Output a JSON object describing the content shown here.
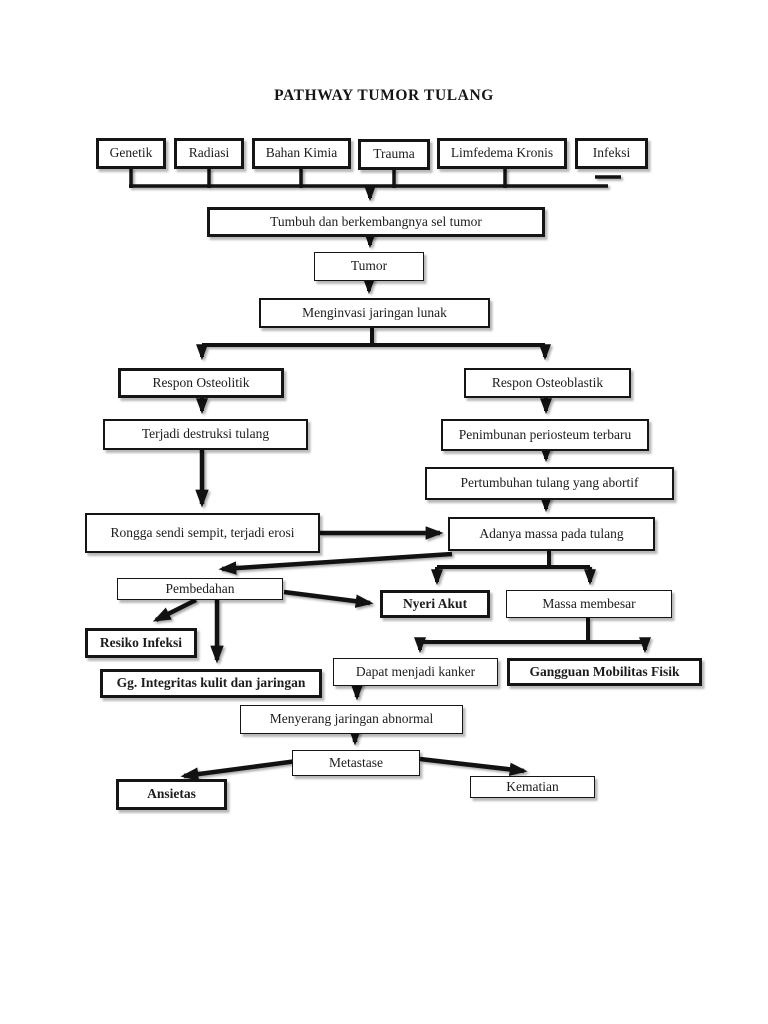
{
  "title": "PATHWAY TUMOR TULANG",
  "ink_color": "#121212",
  "paper_color": "#ffffff",
  "nodes": [
    {
      "id": "genetik",
      "label": "Genetik",
      "emphasis": false
    },
    {
      "id": "radiasi",
      "label": "Radiasi",
      "emphasis": false
    },
    {
      "id": "bahan-kimia",
      "label": "Bahan Kimia",
      "emphasis": false
    },
    {
      "id": "trauma",
      "label": "Trauma",
      "emphasis": false
    },
    {
      "id": "limfedema-kronis",
      "label": "Limfedema Kronis",
      "emphasis": false
    },
    {
      "id": "infeksi",
      "label": "Infeksi",
      "emphasis": false
    },
    {
      "id": "tumbuh-sel-tumor",
      "label": "Tumbuh dan berkembangnya sel tumor",
      "emphasis": false
    },
    {
      "id": "tumor",
      "label": "Tumor",
      "emphasis": false
    },
    {
      "id": "menginvasi-jaringan-lunak",
      "label": "Menginvasi jaringan lunak",
      "emphasis": false
    },
    {
      "id": "respon-osteolitik",
      "label": "Respon Osteolitik",
      "emphasis": false
    },
    {
      "id": "respon-osteoblastik",
      "label": "Respon Osteoblastik",
      "emphasis": false
    },
    {
      "id": "terjadi-destruksi-tulang",
      "label": "Terjadi destruksi tulang",
      "emphasis": false
    },
    {
      "id": "penimbunan-periosteum",
      "label": "Penimbunan periosteum terbaru",
      "emphasis": false
    },
    {
      "id": "pertumbuhan-tulang-abortif",
      "label": "Pertumbuhan tulang  yang abortif",
      "emphasis": false
    },
    {
      "id": "rongga-sendi-sempit",
      "label": "Rongga sendi sempit, terjadi erosi",
      "emphasis": false
    },
    {
      "id": "adanya-massa-pada-tulang",
      "label": "Adanya massa pada tulang",
      "emphasis": false
    },
    {
      "id": "pembedahan",
      "label": "Pembedahan",
      "emphasis": false
    },
    {
      "id": "nyeri-akut",
      "label": "Nyeri Akut",
      "emphasis": true
    },
    {
      "id": "massa-membesar",
      "label": "Massa membesar",
      "emphasis": false
    },
    {
      "id": "resiko-infeksi",
      "label": "Resiko Infeksi",
      "emphasis": true
    },
    {
      "id": "gg-integritas-kulit",
      "label": "Gg. Integritas kulit dan jaringan",
      "emphasis": true
    },
    {
      "id": "dapat-menjadi-kanker",
      "label": "Dapat menjadi kanker",
      "emphasis": false
    },
    {
      "id": "gangguan-mobilitas-fisik",
      "label": "Gangguan Mobilitas Fisik",
      "emphasis": true
    },
    {
      "id": "menyerang-jaringan-abnormal",
      "label": "Menyerang jaringan abnormal",
      "emphasis": false
    },
    {
      "id": "metastase",
      "label": "Metastase",
      "emphasis": false
    },
    {
      "id": "ansietas",
      "label": "Ansietas",
      "emphasis": true
    },
    {
      "id": "kematian",
      "label": "Kematian",
      "emphasis": false
    }
  ],
  "edges": [
    [
      "Genetik",
      "Tumbuh dan berkembangnya sel tumor"
    ],
    [
      "Radiasi",
      "Tumbuh dan berkembangnya sel tumor"
    ],
    [
      "Bahan Kimia",
      "Tumbuh dan berkembangnya sel tumor"
    ],
    [
      "Trauma",
      "Tumbuh dan berkembangnya sel tumor"
    ],
    [
      "Limfedema Kronis",
      "Tumbuh dan berkembangnya sel tumor"
    ],
    [
      "Infeksi",
      "Tumbuh dan berkembangnya sel tumor"
    ],
    [
      "Tumbuh dan berkembangnya sel tumor",
      "Tumor"
    ],
    [
      "Tumor",
      "Menginvasi jaringan lunak"
    ],
    [
      "Menginvasi jaringan lunak",
      "Respon Osteolitik"
    ],
    [
      "Menginvasi jaringan lunak",
      "Respon Osteoblastik"
    ],
    [
      "Respon Osteolitik",
      "Terjadi destruksi tulang"
    ],
    [
      "Terjadi destruksi tulang",
      "Rongga sendi sempit, terjadi erosi"
    ],
    [
      "Respon Osteoblastik",
      "Penimbunan periosteum terbaru"
    ],
    [
      "Penimbunan periosteum terbaru",
      "Pertumbuhan tulang yang abortif"
    ],
    [
      "Pertumbuhan tulang yang abortif",
      "Adanya massa pada tulang"
    ],
    [
      "Rongga sendi sempit, terjadi erosi",
      "Adanya massa pada tulang"
    ],
    [
      "Adanya massa pada tulang",
      "Pembedahan"
    ],
    [
      "Adanya massa pada tulang",
      "Nyeri Akut"
    ],
    [
      "Adanya massa pada tulang",
      "Massa membesar"
    ],
    [
      "Pembedahan",
      "Nyeri Akut"
    ],
    [
      "Pembedahan",
      "Resiko Infeksi"
    ],
    [
      "Pembedahan",
      "Gg. Integritas kulit dan jaringan"
    ],
    [
      "Massa membesar",
      "Dapat menjadi kanker"
    ],
    [
      "Massa membesar",
      "Gangguan Mobilitas Fisik"
    ],
    [
      "Dapat menjadi kanker",
      "Menyerang jaringan abnormal"
    ],
    [
      "Menyerang jaringan abnormal",
      "Metastase"
    ],
    [
      "Metastase",
      "Ansietas"
    ],
    [
      "Metastase",
      "Kematian"
    ]
  ]
}
